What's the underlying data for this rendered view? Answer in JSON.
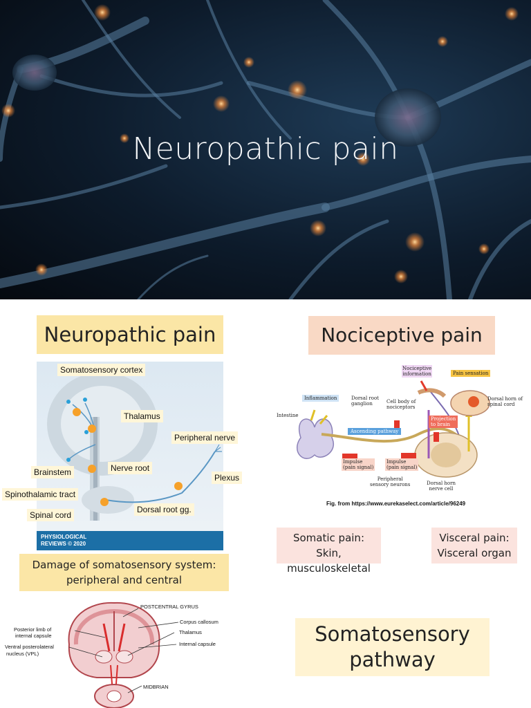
{
  "hero": {
    "title": "Neuropathic pain"
  },
  "left": {
    "heading": "Neuropathic pain",
    "diagram_labels": {
      "cortex": "Somatosensory cortex",
      "thalamus": "Thalamus",
      "peripheral_nerve": "Peripheral nerve",
      "nerve_root": "Nerve root",
      "brainstem": "Brainstem",
      "plexus": "Plexus",
      "spinothalamic": "Spinothalamic tract",
      "spinal_cord": "Spinal cord",
      "dorsal_root": "Dorsal root gg."
    },
    "journal": {
      "line1": "PHYSIOLOGICAL",
      "line2": "REVIEWS © 2020"
    },
    "damage_line1": "Damage of somatosensory system:",
    "damage_line2": "peripheral and central",
    "brain_labels": {
      "gyrus": "POSTCENTRAL GYRUS",
      "corpus": "Corpus callosum",
      "thalamus": "Thalamus",
      "capsule": "Internal capsule",
      "posterior1": "Posterior limb of",
      "posterior2": "internal capsule",
      "vpl1": "Ventral posterolateral",
      "vpl2": "nucleus (VPL)",
      "midbrain": "MIDBRIAN"
    }
  },
  "right": {
    "heading": "Nociceptive pain",
    "diagram_labels": {
      "nociceptive_info1": "Nociceptive",
      "nociceptive_info2": "information",
      "pain_sensation": "Pain sensation",
      "inflammation": "Inflammation",
      "dorsal_root1": "Dorsal root",
      "dorsal_root2": "ganglion",
      "cell_body1": "Cell body of",
      "cell_body2": "nociceptors",
      "dorsal_horn_sc1": "Dorsal horn of",
      "dorsal_horn_sc2": "spinal cord",
      "intestine": "Intestine",
      "projection1": "Projection",
      "projection2": "to brain",
      "ascending": "Ascending pathway",
      "impulse_a1": "Impulse",
      "impulse_a2": "(pain signal)",
      "impulse_b1": "Impulse",
      "impulse_b2": "(pain signal)",
      "peripheral1": "Peripheral",
      "peripheral2": "sensory neurons",
      "dorsal_horn1": "Dorsal horn",
      "dorsal_horn2": "nerve cell"
    },
    "fig_credit": "Fig. from https://www.eurekaselect.com/article/96249",
    "somatic_line1": "Somatic pain:",
    "somatic_line2": "Skin, musculoskeletal",
    "visceral_line1": "Visceral pain:",
    "visceral_line2": "Visceral organ",
    "pathway_line1": "Somatosensory",
    "pathway_line2": "pathway"
  },
  "colors": {
    "yellow_box": "#fbe6a6",
    "peach_box": "#f9d9c5",
    "cream_box": "#fff3d2",
    "hero_bg": "#0d1b2b"
  }
}
